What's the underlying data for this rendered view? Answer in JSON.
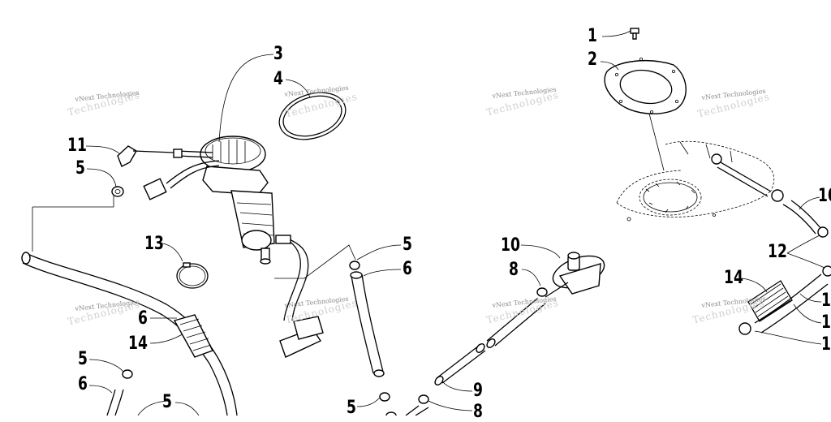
{
  "callouts": {
    "c1": "1",
    "c2": "2",
    "c3": "3",
    "c4": "4",
    "c5a": "5",
    "c5b": "5",
    "c5c": "5",
    "c5d": "5",
    "c5e": "5",
    "c6a": "6",
    "c6b": "6",
    "c6c": "6",
    "c8a": "8",
    "c8b": "8",
    "c9": "9",
    "c10a": "10",
    "c10b": "10",
    "c11": "11",
    "c12": "12",
    "c13": "13",
    "c14a": "14",
    "c14b": "14",
    "c1r1": "1",
    "c1r2": "1",
    "c1r3": "1"
  },
  "watermark": {
    "text": "vNext Technologies",
    "ghost": "Technologies"
  }
}
